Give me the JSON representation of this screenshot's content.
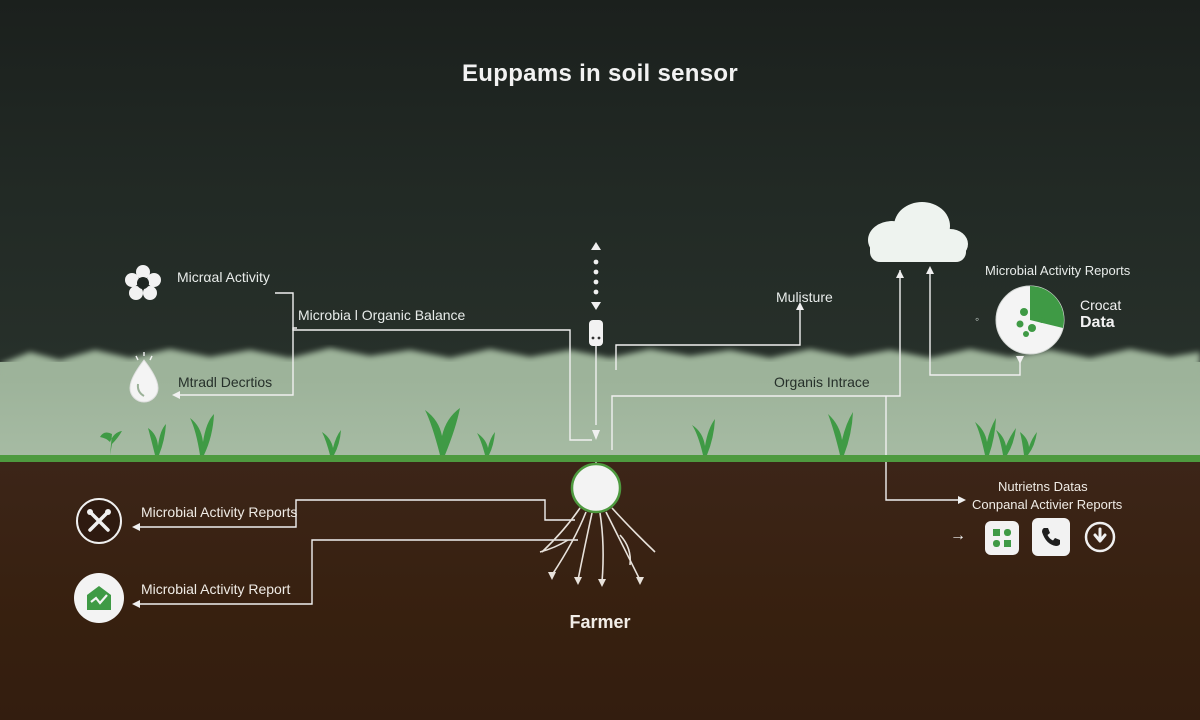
{
  "diagram": {
    "title": "Euppams in soil sensor",
    "labels": {
      "microbial_activity": "Micrαal Activity",
      "microbial_organic_balance": "Microbia l Organic Balance",
      "mineral_deposits": "Mtradl Decrtios",
      "moisture": "Mulisture",
      "organic_interface": "Organis Intrace",
      "activity_reports_top": "Microbial Activity Reports",
      "crowd_data_line1": "Crocat",
      "crowd_data_line2": "Data",
      "nutrients_data": "Nutrietns Datas",
      "companion_reports": "Conpanal Activier Reports",
      "activity_reports_left": "Microbial Activity Reports",
      "activity_report_left": "Microbial Activity Report",
      "farmer": "Farmer"
    },
    "icons": [
      "gear-cluster-icon",
      "water-drop-icon",
      "cross-tools-icon",
      "report-chart-icon",
      "cloud-icon",
      "pie-chart-icon",
      "grid-app-icon",
      "phone-icon",
      "info-circle-icon",
      "sensor-probe-icon",
      "root-node-icon"
    ],
    "colors": {
      "sky": "#1f2622",
      "grass_band": "#9fb59c",
      "ground": "#37200f",
      "accent_green": "#4e9a3f",
      "line": "#f0f0f0"
    }
  }
}
